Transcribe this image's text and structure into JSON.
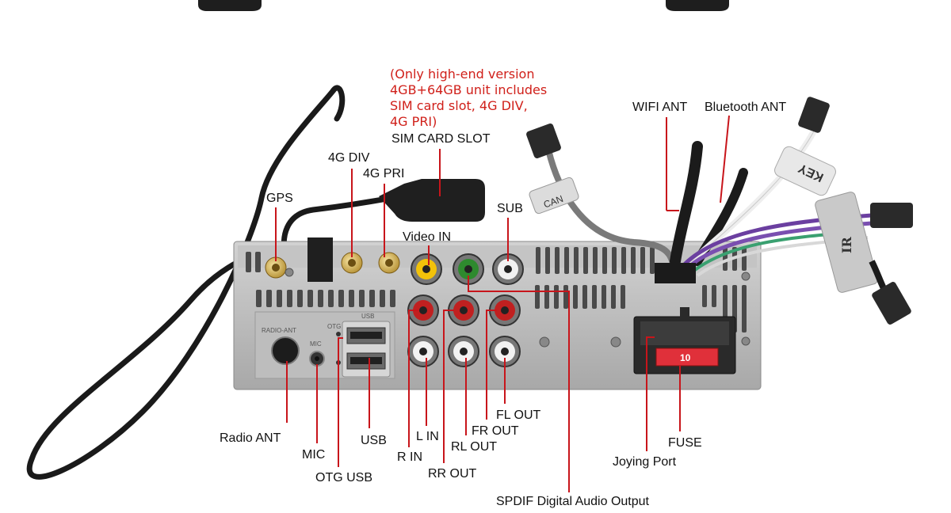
{
  "note": {
    "lines": [
      "(Only high-end version",
      "4GB+64GB unit includes",
      "SIM card slot, 4G DIV,",
      "4G PRI)"
    ]
  },
  "labels": {
    "sim_card_slot": "SIM CARD SLOT",
    "wifi_ant": "WIFI ANT",
    "bluetooth_ant": "Bluetooth ANT",
    "g4_div": "4G DIV",
    "g4_pri": "4G PRI",
    "gps": "GPS",
    "sub": "SUB",
    "video_in": "Video IN",
    "fl_out": "FL OUT",
    "fr_out": "FR OUT",
    "l_in": "L IN",
    "rl_out": "RL OUT",
    "r_in": "R IN",
    "rr_out": "RR OUT",
    "radio_ant": "Radio ANT",
    "mic": "MIC",
    "usb": "USB",
    "otg_usb": "OTG USB",
    "fuse": "FUSE",
    "joying_port": "Joying Port",
    "spdif": "SPDIF Digital Audio Output"
  },
  "panel_text": {
    "radio_ant": "RADIO-ANT",
    "mic": "MIC",
    "otg": "OTG",
    "usb": "USB",
    "can_tag": "CAN",
    "key_tag": "KEY",
    "ir_tag": "IR",
    "fuse_value": "10"
  },
  "colors": {
    "leader": "#c8151b",
    "note": "#d0201a",
    "panel": "#b9b9b9",
    "rca_red": "#c02020",
    "rca_white": "#f2f2f2",
    "rca_yellow": "#f2c20a",
    "rca_green": "#2e8a2e"
  }
}
